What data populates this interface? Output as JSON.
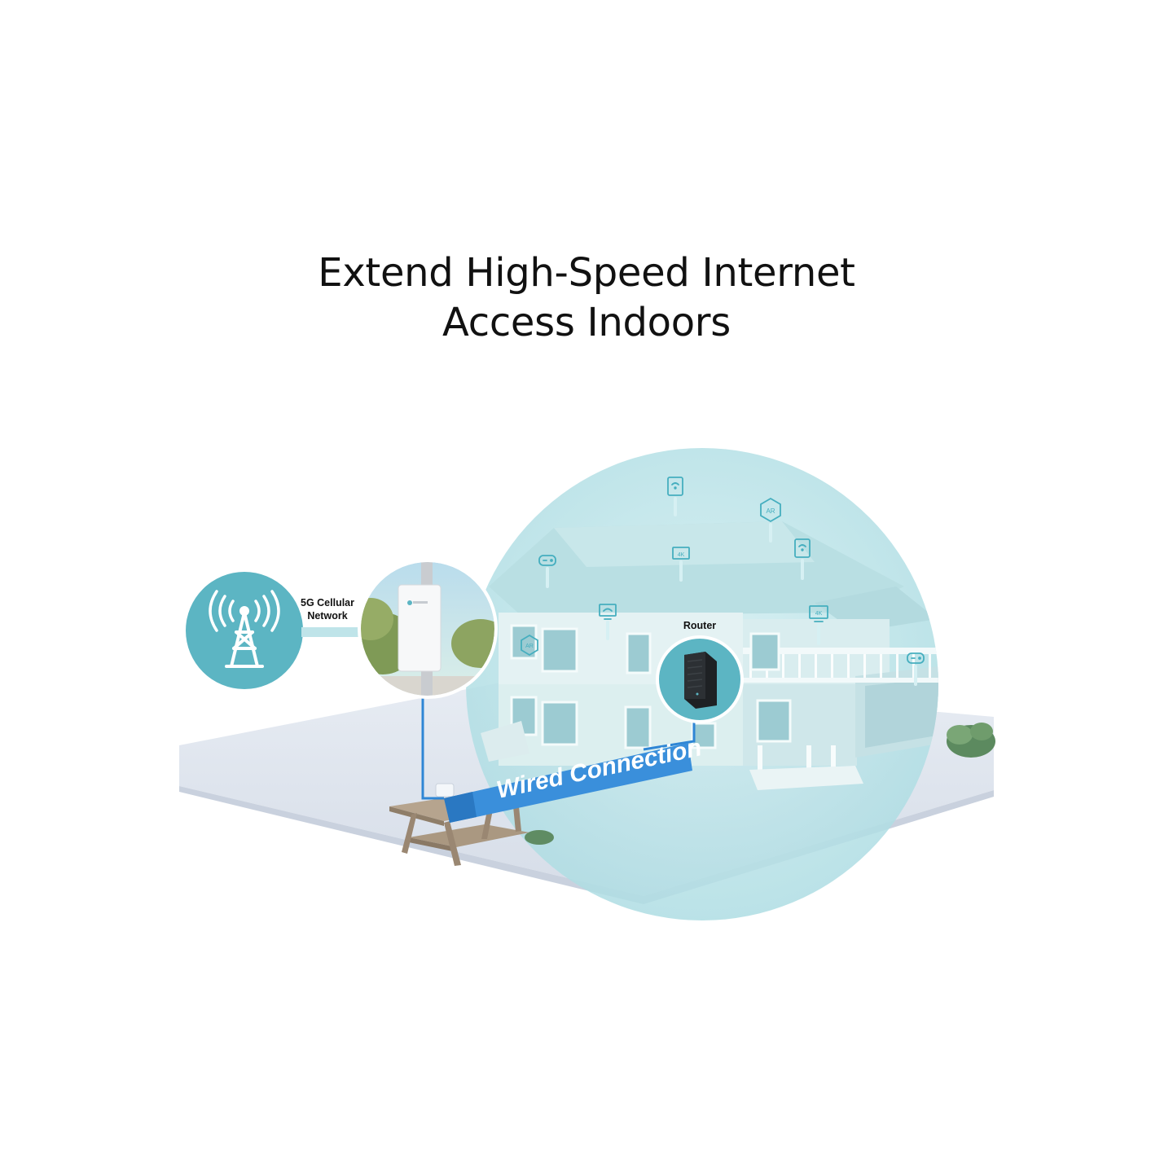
{
  "headline": {
    "line1": "Extend High-Speed Internet",
    "line2": "Access Indoors"
  },
  "labels": {
    "cellular_line1": "5G Cellular",
    "cellular_line2": "Network",
    "router": "Router",
    "wired": "Wired Connection"
  },
  "device_icons": {
    "ar_badge": "AR",
    "tv_4k_badge": "4K"
  },
  "colors": {
    "teal": "#5ab6c4",
    "wifi_bubble": "#bfe4e8",
    "wired_blue": "#2e88d6",
    "ground": "#dde4ee"
  }
}
